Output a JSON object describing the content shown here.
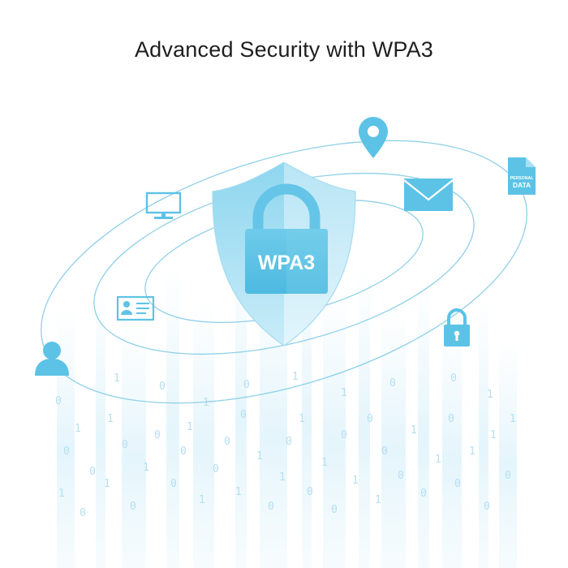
{
  "headline": "Advanced Security with WPA3",
  "lock_badge": "WPA3",
  "document_icon": {
    "line1": "PERSONAL",
    "line2": "DATA"
  },
  "icons": [
    "location-pin-icon",
    "personal-data-document-icon",
    "envelope-icon",
    "monitor-icon",
    "id-card-icon",
    "padlock-icon",
    "user-icon",
    "shield-icon"
  ],
  "colors": {
    "accent": "#5cc3e6",
    "accent_dark": "#3fb1dc",
    "shield_light": "#d8f1fa",
    "shield_mid": "#a8def2",
    "orbit_line": "#8fd0e8",
    "text": "#1f1f1f",
    "binary_digits": "#b5dff0"
  }
}
